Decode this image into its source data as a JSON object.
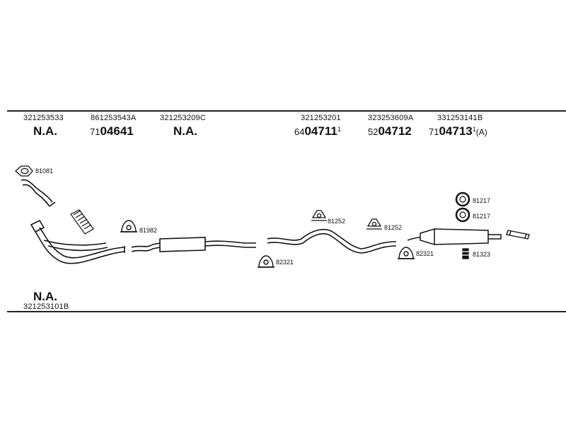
{
  "header": {
    "columns": [
      {
        "oe": "321253533",
        "na": "N.A."
      },
      {
        "oe": "861253543A",
        "prefix": "71",
        "part": "04641"
      },
      {
        "oe": "321253209C",
        "na": "N.A."
      },
      {
        "oe": "321253201",
        "prefix": "64",
        "part": "04711",
        "sup": "1"
      },
      {
        "oe": "323253609A",
        "prefix": "52",
        "part": "04712"
      },
      {
        "oe": "331253141B",
        "prefix": "71",
        "part": "04713",
        "sup": "1",
        "suffix": "(A)"
      }
    ]
  },
  "labels": {
    "gasket": "81081",
    "clamp_a": "81982",
    "clamp_b": "82321",
    "hanger_a": "81252",
    "hanger_b": "81252",
    "clamp_c": "82321",
    "ring_a": "81217",
    "ring_b": "81217",
    "bracket": "81323"
  },
  "footer": {
    "na": "N.A.",
    "oe": "321253101B"
  }
}
